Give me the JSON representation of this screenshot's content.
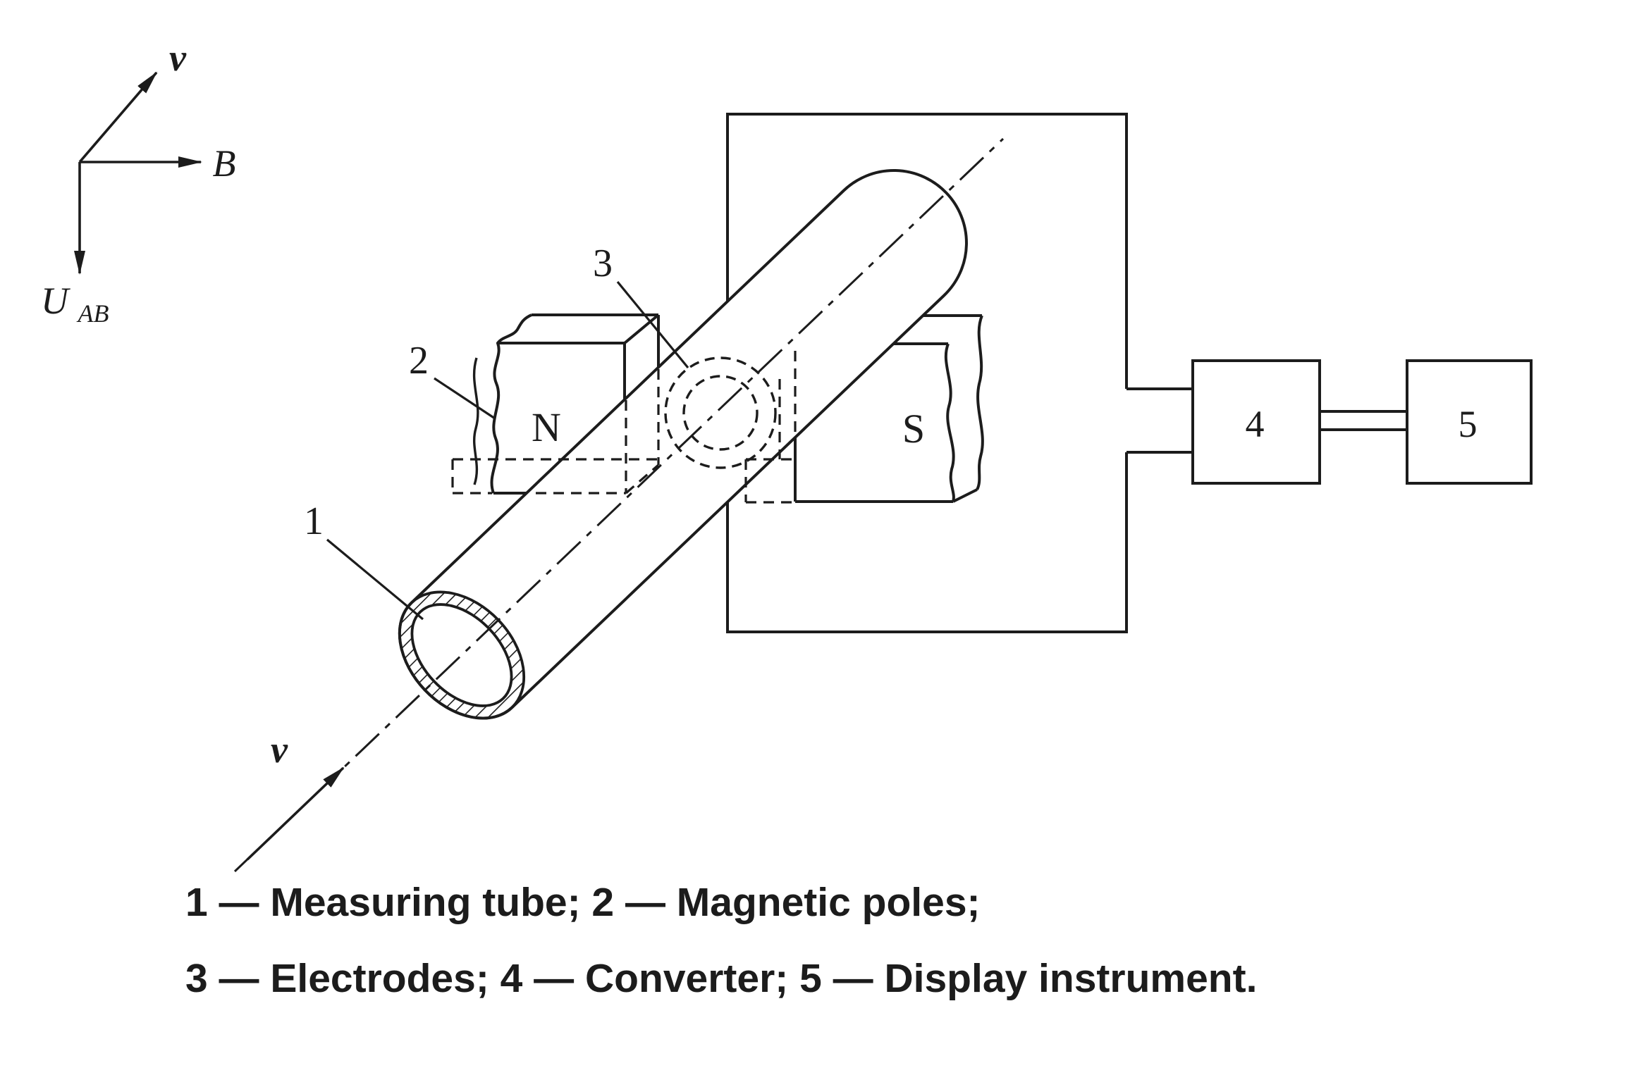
{
  "axes": {
    "v_label": "v",
    "b_label": "B",
    "u_label": "U",
    "u_subscript": "AB"
  },
  "flow": {
    "v_label": "v"
  },
  "part_numbers": {
    "measuring_tube": "1",
    "magnetic_poles": "2",
    "electrodes": "3",
    "converter": "4",
    "display_instrument": "5"
  },
  "pole_labels": {
    "north": "N",
    "south": "S"
  },
  "caption": {
    "line1": "1 — Measuring tube; 2 — Magnetic poles;",
    "line2": "3 — Electrodes; 4 — Converter; 5 — Display instrument."
  },
  "colors": {
    "ink": "#1c1c1c",
    "background": "#ffffff"
  }
}
